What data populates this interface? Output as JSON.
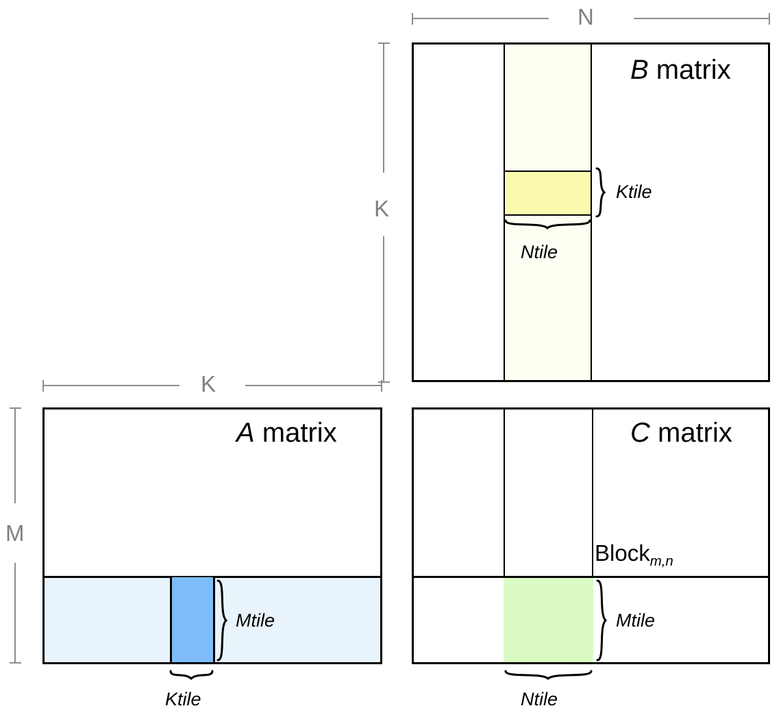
{
  "diagram": {
    "title": "Tiled matrix multiplication blocking diagram",
    "colors": {
      "outline": "#000000",
      "dim_rule": "#8c8c8c",
      "dim_label": "#808080",
      "b_strip": "#fefef2",
      "b_tile": "#fafaaf",
      "a_strip": "#e9f3fc",
      "a_tile": "#7fbdfa",
      "c_tile": "#dafcc4",
      "background": "#ffffff"
    }
  },
  "matrices": {
    "a": {
      "label_italic": "A",
      "label_rest": " matrix",
      "row_dim_label": "M",
      "col_dim_label": "K",
      "tile_width_label": "Ktile",
      "tile_height_label": "Mtile"
    },
    "b": {
      "label_italic": "B",
      "label_rest": " matrix",
      "row_dim_label": "K",
      "col_dim_label": "N",
      "tile_width_label": "Ntile",
      "tile_height_label": "Ktile"
    },
    "c": {
      "label_italic": "C",
      "label_rest": " matrix",
      "block_label_base": "Block",
      "block_label_sub": "m,n",
      "tile_width_label": "Ntile",
      "tile_height_label": "Mtile"
    }
  }
}
